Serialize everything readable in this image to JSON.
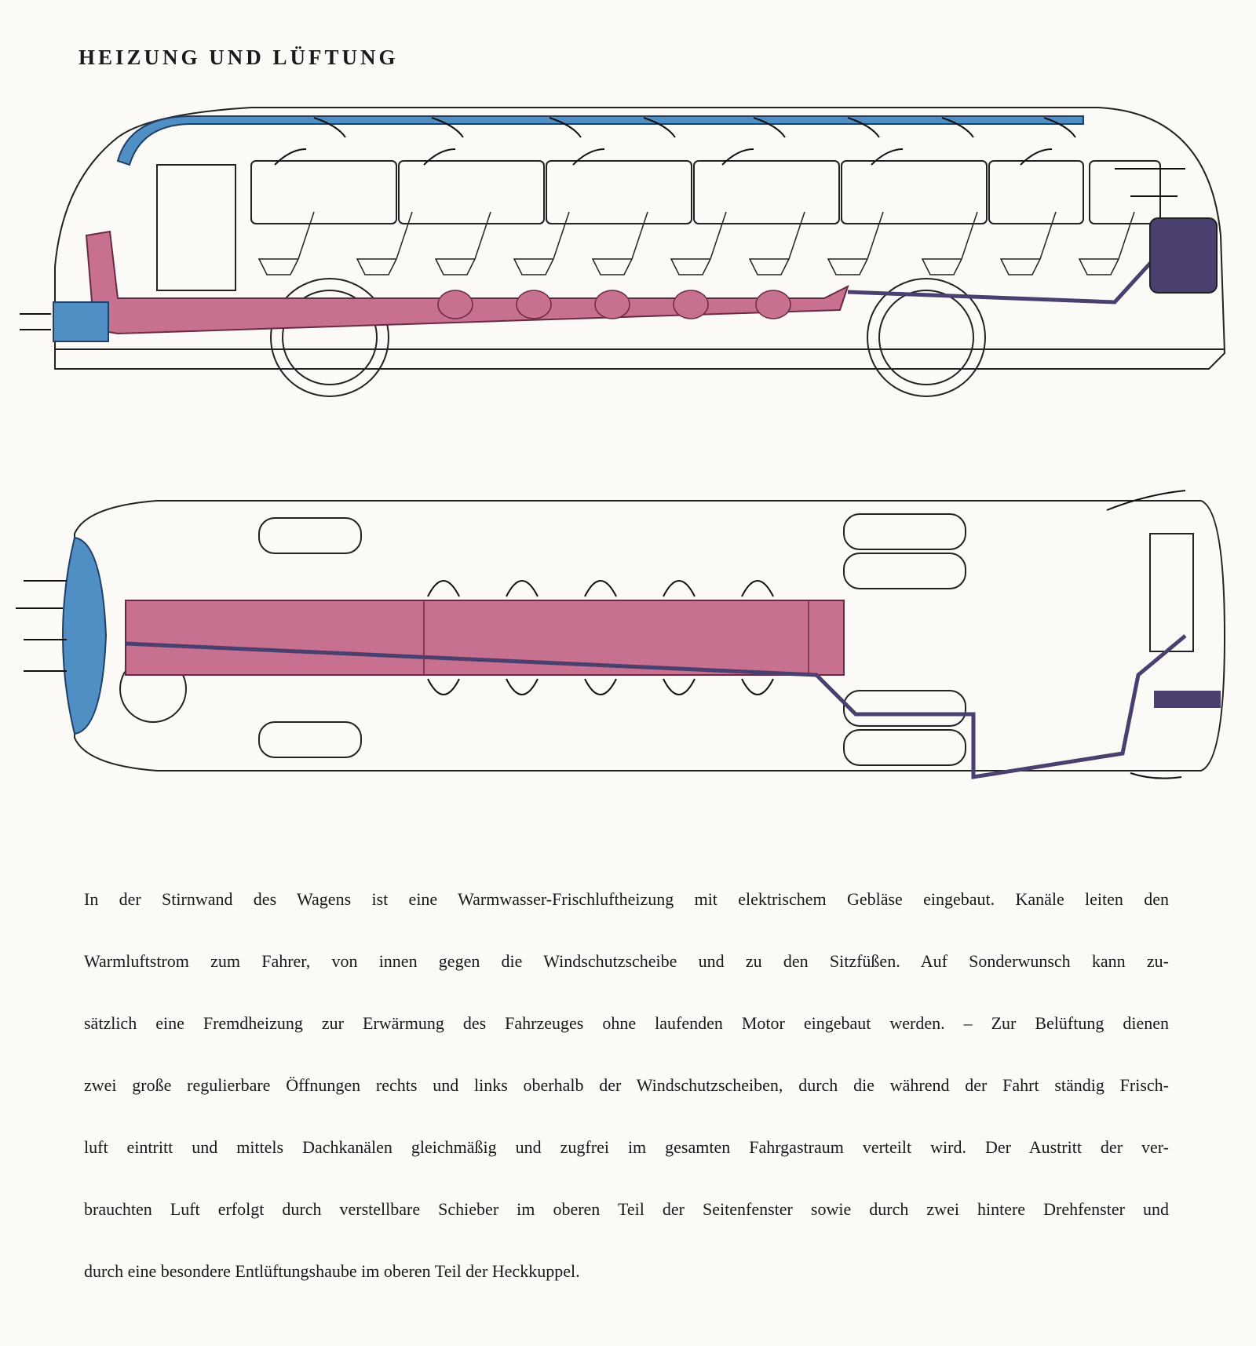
{
  "title": "HEIZUNG UND LÜFTUNG",
  "paragraph_lines": [
    "In der Stirnwand des Wagens ist eine Warmwasser-Frischluftheizung mit elektrischem Gebläse eingebaut. Kanäle leiten den",
    "Warmluftstrom zum Fahrer, von innen gegen die Windschutzscheibe und zu den Sitzfüßen. Auf Sonderwunsch kann zu-",
    "sätzlich eine Fremdheizung zur Erwärmung des Fahrzeuges ohne laufenden Motor eingebaut werden. – Zur Belüftung dienen",
    "zwei große regulierbare Öffnungen rechts und links oberhalb der Windschutzscheiben, durch die während der Fahrt ständig Frisch-",
    "luft eintritt und mittels Dachkanälen gleichmäßig und zugfrei im gesamten Fahrgastraum verteilt wird. Der Austritt der ver-",
    "brauchten Luft erfolgt durch verstellbare Schieber im oberen Teil der Seitenfenster sowie durch zwei hintere Drehfenster und",
    "durch eine besondere Entlüftungshaube im oberen Teil der Heckkuppel."
  ],
  "colors": {
    "heat_duct": "#c8708f",
    "air_duct": "#4f8fc4",
    "motor": "#4a3f6e"
  }
}
